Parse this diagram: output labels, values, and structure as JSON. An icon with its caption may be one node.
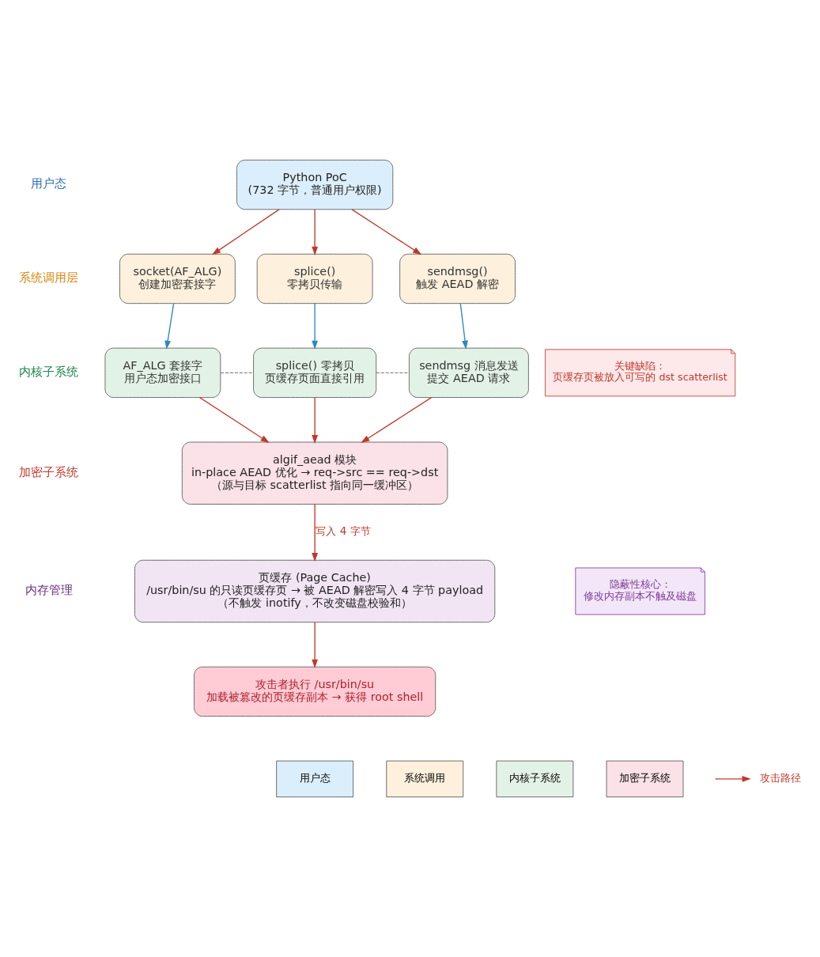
{
  "diagram": {
    "nodes": [
      {
        "text": [
          "Python PoC",
          "(732 字节，普通用户权限)"
        ]
      },
      {
        "text": [
          "socket(AF_ALG)",
          "创建加密套接字"
        ]
      },
      {
        "text": [
          "splice()",
          "零拷贝传输"
        ]
      },
      {
        "text": [
          "sendmsg()",
          "触发 AEAD 解密"
        ]
      },
      {
        "text": [
          "AF_ALG 套接字",
          "用户态加密接口"
        ]
      },
      {
        "text": [
          "splice() 零拷贝",
          "页缓存页面直接引用"
        ]
      },
      {
        "text": [
          "sendmsg 消息发送",
          "提交 AEAD 请求"
        ]
      },
      {
        "text": [
          "algif_aead 模块",
          "in-place AEAD 优化 → req->src == req->dst",
          "（源与目标 scatterlist 指向同一缓冲区）"
        ]
      },
      {
        "text": [
          "页缓存 (Page Cache)",
          "/usr/bin/su 的只读页缓存页 → 被 AEAD 解密写入 4 字节 payload",
          "（不触发 inotify，不改变磁盘校验和）"
        ]
      },
      {
        "text": [
          "攻击者执行 /usr/bin/su",
          "加载被篡改的页缓存副本 → 获得 root shell"
        ]
      },
      {
        "text": [
          "关键缺陷：",
          "页缓存页被放入可写的 dst scatterlist"
        ]
      },
      {
        "text": [
          "隐蔽性核心：",
          "修改内存副本不触及磁盘"
        ]
      }
    ],
    "edges": [
      {
        "from": 0,
        "to": 1,
        "arrow": "to"
      },
      {
        "from": 0,
        "to": 2,
        "arrow": "to"
      },
      {
        "from": 0,
        "to": 3,
        "arrow": "to"
      },
      {
        "from": 1,
        "to": 4,
        "arrow": "to",
        "color": "#2e86c1"
      },
      {
        "from": 2,
        "to": 5,
        "arrow": "to",
        "color": "#2e86c1"
      },
      {
        "from": 3,
        "to": 6,
        "arrow": "to",
        "color": "#2e86c1"
      },
      {
        "from": 4,
        "to": 5,
        "arrow": "none",
        "style": "dashed",
        "color": "#555555"
      },
      {
        "from": 5,
        "to": 6,
        "arrow": "none",
        "style": "dashed",
        "color": "#555555"
      },
      {
        "from": 4,
        "to": 7,
        "arrow": "to"
      },
      {
        "from": 5,
        "to": 7,
        "arrow": "to"
      },
      {
        "from": 6,
        "to": 7,
        "arrow": "to"
      },
      {
        "from": 7,
        "to": 8,
        "arrow": "to",
        "label": "写入 4 字节"
      },
      {
        "from": 8,
        "to": 9,
        "arrow": "to"
      }
    ],
    "labels": [
      "用户态",
      "系统调用层",
      "内核子系统",
      "加密子系统",
      "内存管理"
    ],
    "legend": [
      {
        "text": "用户态",
        "color": "#dbeefb"
      },
      {
        "text": "系统调用",
        "color": "#fdf0dc"
      },
      {
        "text": "内核子系统",
        "color": "#e3f2e6"
      },
      {
        "text": "加密子系统",
        "color": "#fbe1e8"
      },
      {
        "text": "攻击路径"
      }
    ]
  }
}
